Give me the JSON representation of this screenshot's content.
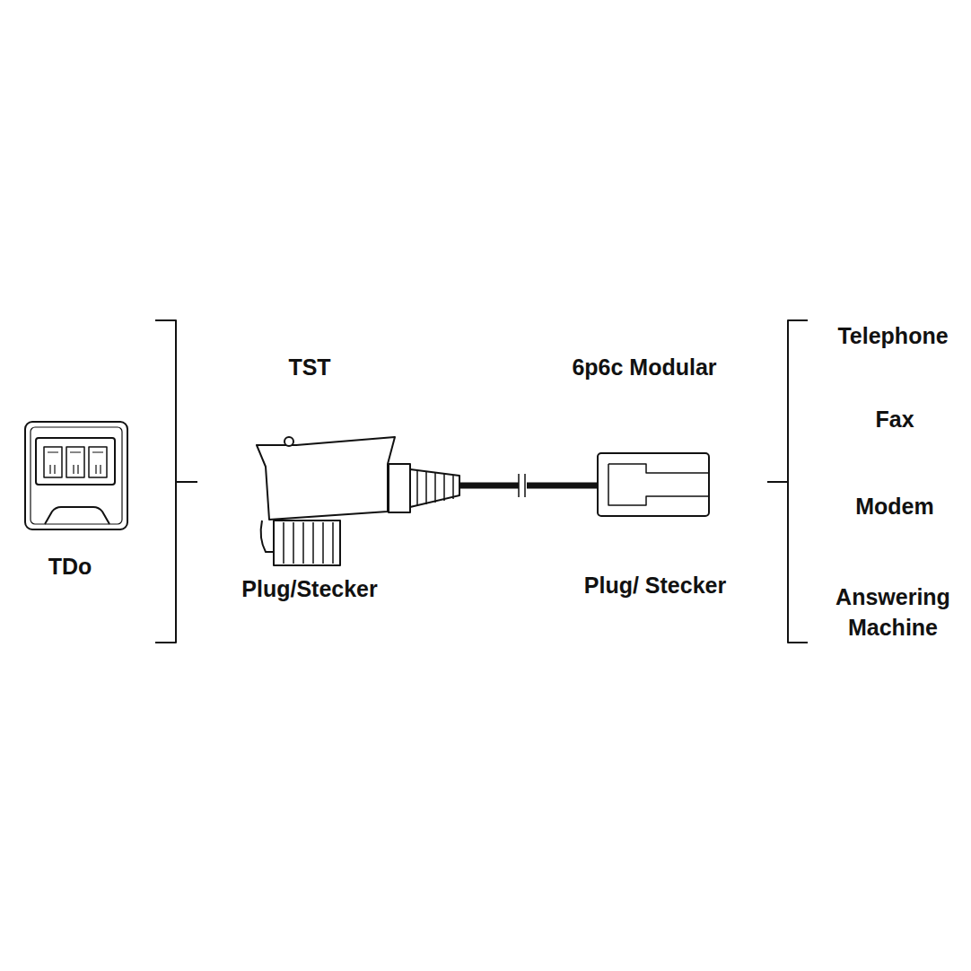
{
  "diagram": {
    "labels": [
      "TDo",
      "TST",
      "Plug/Stecker",
      "6p6c Modular",
      "Plug/ Stecker",
      "Telephone",
      "Fax",
      "Modem",
      "Answering Machine"
    ]
  }
}
